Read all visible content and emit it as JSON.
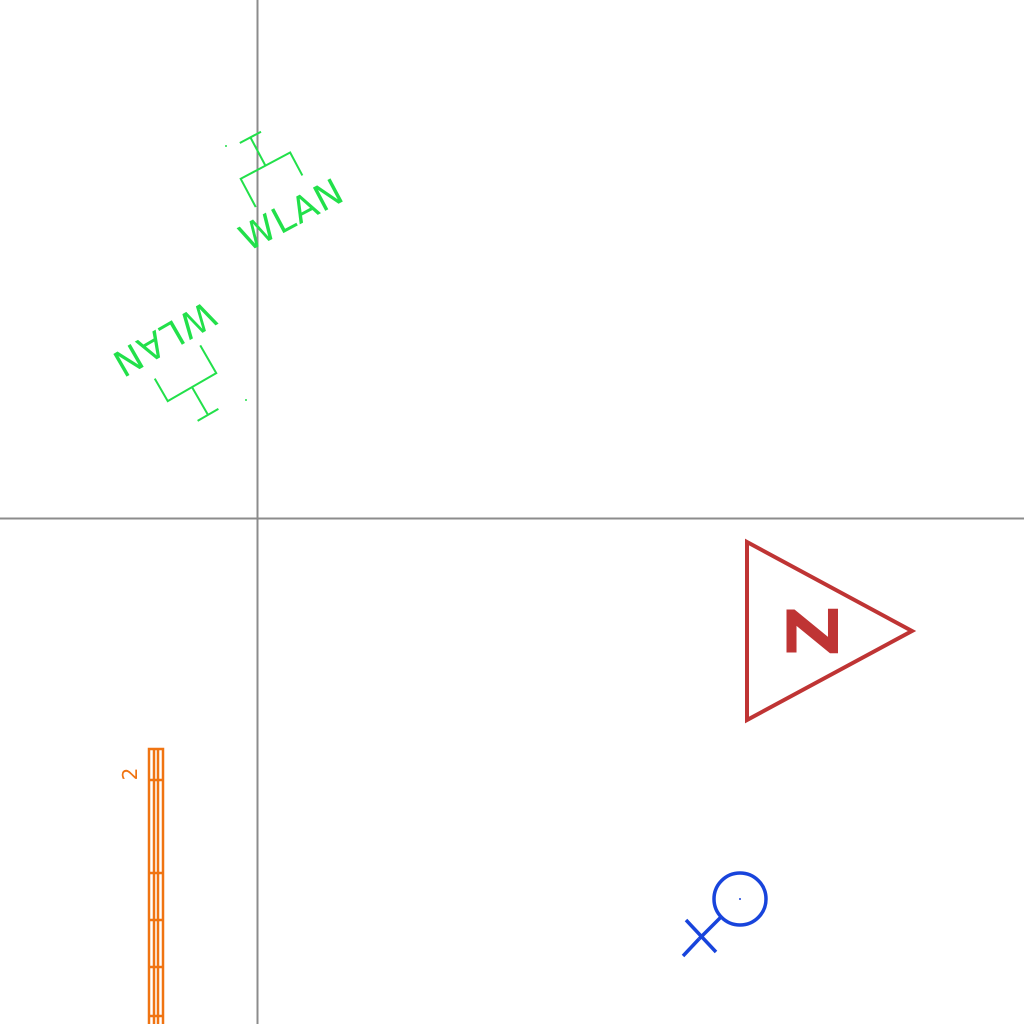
{
  "colors": {
    "background": "#ffffff",
    "crosshair": "#8c8c8c",
    "wlan": "#22e04a",
    "marker": "#bf3434",
    "fire_strip": "#f07412",
    "sensor": "#1844dc"
  },
  "symbols": {
    "wlan_top": {
      "label": "WLAN",
      "icon": "wlan-antenna-icon"
    },
    "wlan_left": {
      "label": "WLAN",
      "icon": "wlan-antenna-icon"
    },
    "marker": {
      "label": "Z",
      "icon": "triangle-marker-icon"
    },
    "strip": {
      "label": "2",
      "icon": "segmented-strip-icon"
    },
    "sensor": {
      "icon": "circle-cross-sensor-icon"
    }
  }
}
